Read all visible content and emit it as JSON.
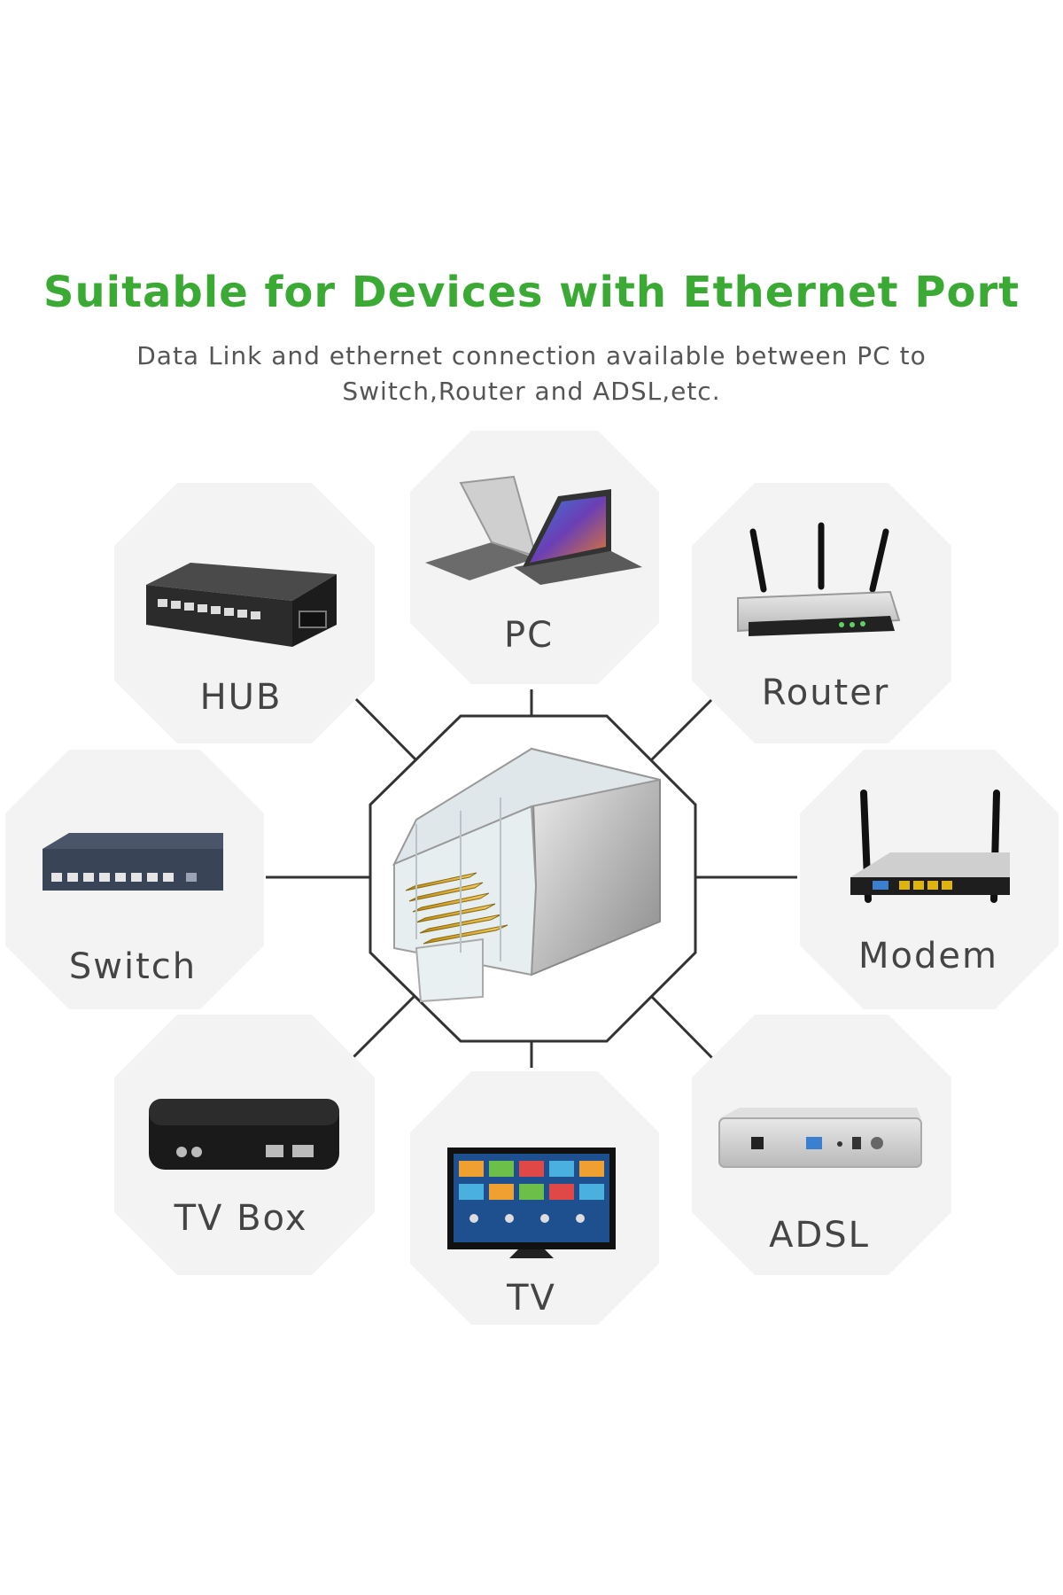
{
  "heading": "Suitable for Devices with Ethernet Port",
  "description": {
    "line1": "Data Link and ethernet connection available between PC to",
    "line2": "Switch,Router and ADSL,etc."
  },
  "center": {
    "name": "RJ45 connector",
    "icon": "rj45-connector-icon"
  },
  "devices": [
    {
      "label": "HUB",
      "icon": "hub-icon"
    },
    {
      "label": "PC",
      "icon": "laptop-icon"
    },
    {
      "label": "Router",
      "icon": "router-icon"
    },
    {
      "label": "Switch",
      "icon": "switch-icon"
    },
    {
      "label": "Modem",
      "icon": "modem-icon"
    },
    {
      "label": "TV Box",
      "icon": "tv-box-icon"
    },
    {
      "label": "TV",
      "icon": "tv-icon"
    },
    {
      "label": "ADSL",
      "icon": "adsl-icon"
    }
  ],
  "colors": {
    "heading": "#3aaa35",
    "text": "#555555",
    "tile": "#f3f3f3",
    "line": "#333333",
    "gold": "#d4a017"
  }
}
